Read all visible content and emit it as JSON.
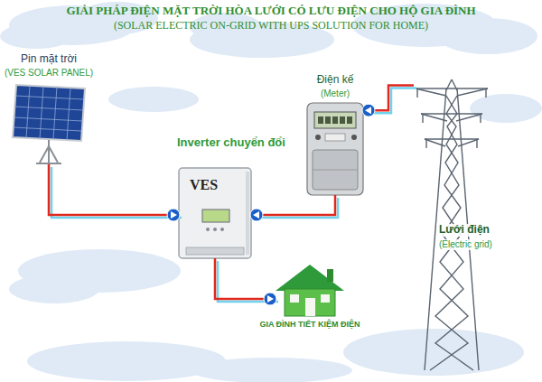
{
  "diagram": {
    "title": "GIẢI PHÁP ĐIỆN MẶT TRỜI HÒA LƯỚI CÓ LƯU ĐIỆN CHO HỘ GIA ĐÌNH",
    "nodes": [
      {
        "text": [
          "Pin mặt trời",
          "(VES SOLAR PANEL)"
        ]
      },
      {
        "text": [
          "Inverter chuyển đổi",
          "VES"
        ]
      },
      {
        "text": [
          "Điện kế",
          "(Meter)"
        ]
      },
      {
        "text": [
          "Lưới điện",
          "(Electric grid)"
        ]
      },
      {
        "text": [
          "GIA ĐÌNH TIẾT KIỆM ĐIỆN"
        ]
      }
    ],
    "edges": [
      {
        "from": 0,
        "to": 1,
        "arrow": "to"
      },
      {
        "from": 3,
        "to": 2,
        "arrow": "to"
      },
      {
        "from": 2,
        "to": 1,
        "arrow": "to"
      },
      {
        "from": 1,
        "to": 4,
        "arrow": "to"
      }
    ],
    "labels": [
      "(SOLAR ELECTRIC ON-GRID WITH UPS SOLUTION FOR HOME)"
    ]
  }
}
